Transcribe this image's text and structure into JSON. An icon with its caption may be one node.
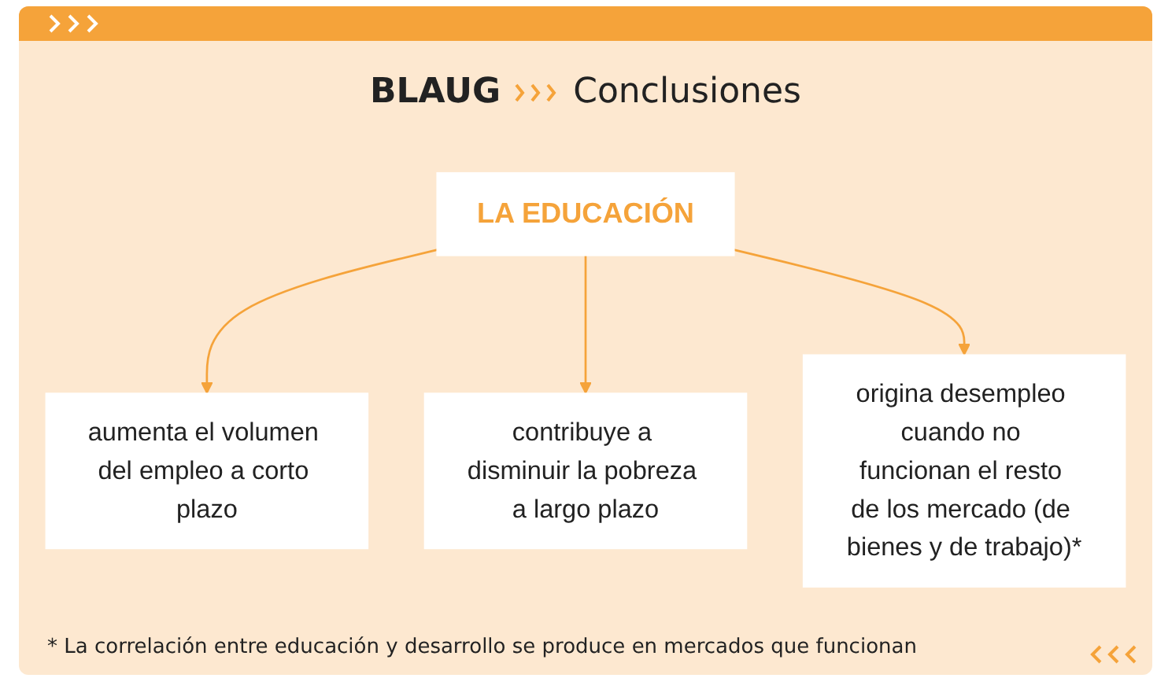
{
  "diagram": {
    "title": "BLAUG",
    "nodes": [
      {
        "text": [
          "LA EDUCACIÓN"
        ]
      },
      {
        "text": [
          "aumenta el volumen del empleo a corto plazo"
        ]
      },
      {
        "text": [
          "contribuye a disminuir la pobreza a largo plazo"
        ]
      },
      {
        "text": [
          "origina desempleo cuando no funcionan el resto de los mercado (de bienes y de trabajo)*"
        ]
      }
    ],
    "edges": [
      {
        "from": 0,
        "to": 1,
        "arrow": "to",
        "color": "#f5a33a"
      },
      {
        "from": 0,
        "to": 2,
        "arrow": "to",
        "color": "#f5a33a"
      },
      {
        "from": 0,
        "to": 3,
        "arrow": "to",
        "color": "#f5a33a"
      }
    ],
    "labels": [
      "Conclusiones",
      "* La correlación entre educación y desarrollo se produce en mercados que funcionan"
    ]
  }
}
